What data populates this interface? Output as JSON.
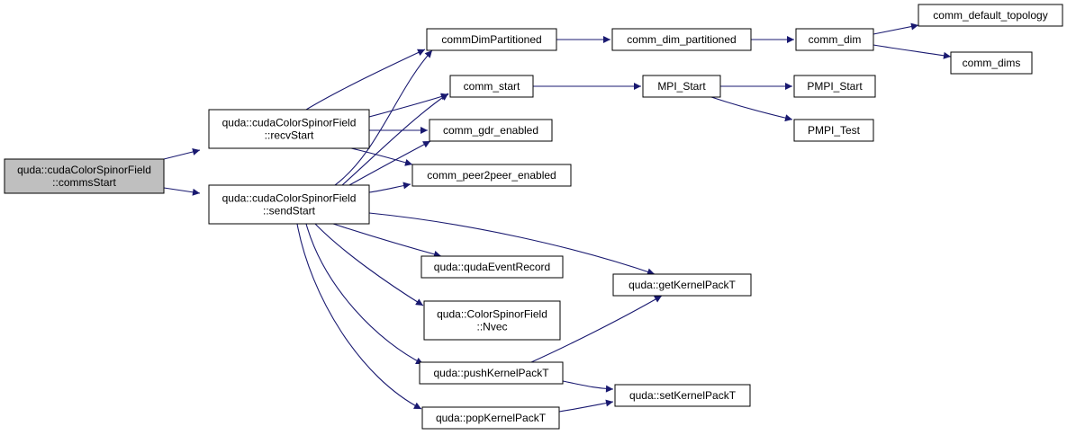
{
  "graph": {
    "edge_color": "#191970",
    "root_fill": "#bfbfbf",
    "nodes": [
      {
        "id": "commsStart",
        "lines": [
          "quda::cudaColorSpinorField",
          "::commsStart"
        ],
        "root": true
      },
      {
        "id": "recvStart",
        "lines": [
          "quda::cudaColorSpinorField",
          "::recvStart"
        ]
      },
      {
        "id": "sendStart",
        "lines": [
          "quda::cudaColorSpinorField",
          "::sendStart"
        ]
      },
      {
        "id": "commDimPartitioned",
        "lines": [
          "commDimPartitioned"
        ]
      },
      {
        "id": "comm_start",
        "lines": [
          "comm_start"
        ]
      },
      {
        "id": "comm_gdr_enabled",
        "lines": [
          "comm_gdr_enabled"
        ]
      },
      {
        "id": "comm_peer2peer_enabled",
        "lines": [
          "comm_peer2peer_enabled"
        ]
      },
      {
        "id": "comm_dim_partitioned",
        "lines": [
          "comm_dim_partitioned"
        ]
      },
      {
        "id": "comm_dim",
        "lines": [
          "comm_dim"
        ]
      },
      {
        "id": "comm_default_topology",
        "lines": [
          "comm_default_topology"
        ]
      },
      {
        "id": "comm_dims",
        "lines": [
          "comm_dims"
        ]
      },
      {
        "id": "MPI_Start",
        "lines": [
          "MPI_Start"
        ]
      },
      {
        "id": "PMPI_Start",
        "lines": [
          "PMPI_Start"
        ]
      },
      {
        "id": "PMPI_Test",
        "lines": [
          "PMPI_Test"
        ]
      },
      {
        "id": "qudaEventRecord",
        "lines": [
          "quda::qudaEventRecord"
        ]
      },
      {
        "id": "Nvec",
        "lines": [
          "quda::ColorSpinorField",
          "::Nvec"
        ]
      },
      {
        "id": "pushKernelPackT",
        "lines": [
          "quda::pushKernelPackT"
        ]
      },
      {
        "id": "popKernelPackT",
        "lines": [
          "quda::popKernelPackT"
        ]
      },
      {
        "id": "getKernelPackT",
        "lines": [
          "quda::getKernelPackT"
        ]
      },
      {
        "id": "setKernelPackT",
        "lines": [
          "quda::setKernelPackT"
        ]
      }
    ],
    "edges": [
      [
        "commsStart",
        "recvStart"
      ],
      [
        "commsStart",
        "sendStart"
      ],
      [
        "recvStart",
        "commDimPartitioned"
      ],
      [
        "recvStart",
        "comm_start"
      ],
      [
        "recvStart",
        "comm_gdr_enabled"
      ],
      [
        "recvStart",
        "comm_peer2peer_enabled"
      ],
      [
        "sendStart",
        "commDimPartitioned"
      ],
      [
        "sendStart",
        "comm_start"
      ],
      [
        "sendStart",
        "comm_gdr_enabled"
      ],
      [
        "sendStart",
        "comm_peer2peer_enabled"
      ],
      [
        "sendStart",
        "qudaEventRecord"
      ],
      [
        "sendStart",
        "Nvec"
      ],
      [
        "sendStart",
        "pushKernelPackT"
      ],
      [
        "sendStart",
        "popKernelPackT"
      ],
      [
        "sendStart",
        "getKernelPackT"
      ],
      [
        "commDimPartitioned",
        "comm_dim_partitioned"
      ],
      [
        "comm_dim_partitioned",
        "comm_dim"
      ],
      [
        "comm_dim",
        "comm_default_topology"
      ],
      [
        "comm_dim",
        "comm_dims"
      ],
      [
        "comm_start",
        "MPI_Start"
      ],
      [
        "MPI_Start",
        "PMPI_Start"
      ],
      [
        "MPI_Start",
        "PMPI_Test"
      ],
      [
        "pushKernelPackT",
        "getKernelPackT"
      ],
      [
        "pushKernelPackT",
        "setKernelPackT"
      ],
      [
        "popKernelPackT",
        "setKernelPackT"
      ]
    ]
  }
}
